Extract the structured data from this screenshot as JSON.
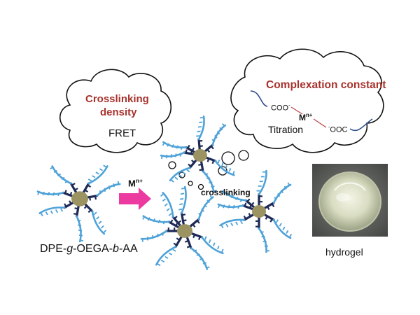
{
  "cloud_left": {
    "title_line1": "Crosslinking",
    "title_line2": "density",
    "method": "FRET"
  },
  "cloud_right": {
    "title": "Complexation constant",
    "coo_left": "COO",
    "coo_left_sup": "-",
    "metal": "M",
    "metal_sup": "n+",
    "method": "Titration",
    "coo_right": "OOC",
    "coo_right_sup": "-"
  },
  "arrow": {
    "label": "M",
    "label_sup": "n+"
  },
  "crosslinking_label": "crosslinking",
  "polymer_name": {
    "part1": "DPE-",
    "part2": "g",
    "part3": "-OEGA-",
    "part4": "b",
    "part5": "-AA"
  },
  "hydrogel_label": "hydrogel",
  "colors": {
    "core": "#9c9363",
    "dark_chain": "#1e2a55",
    "light_chain": "#4ea2d8",
    "arrow": "#ec3aa0",
    "title_red": "#a8322d"
  }
}
